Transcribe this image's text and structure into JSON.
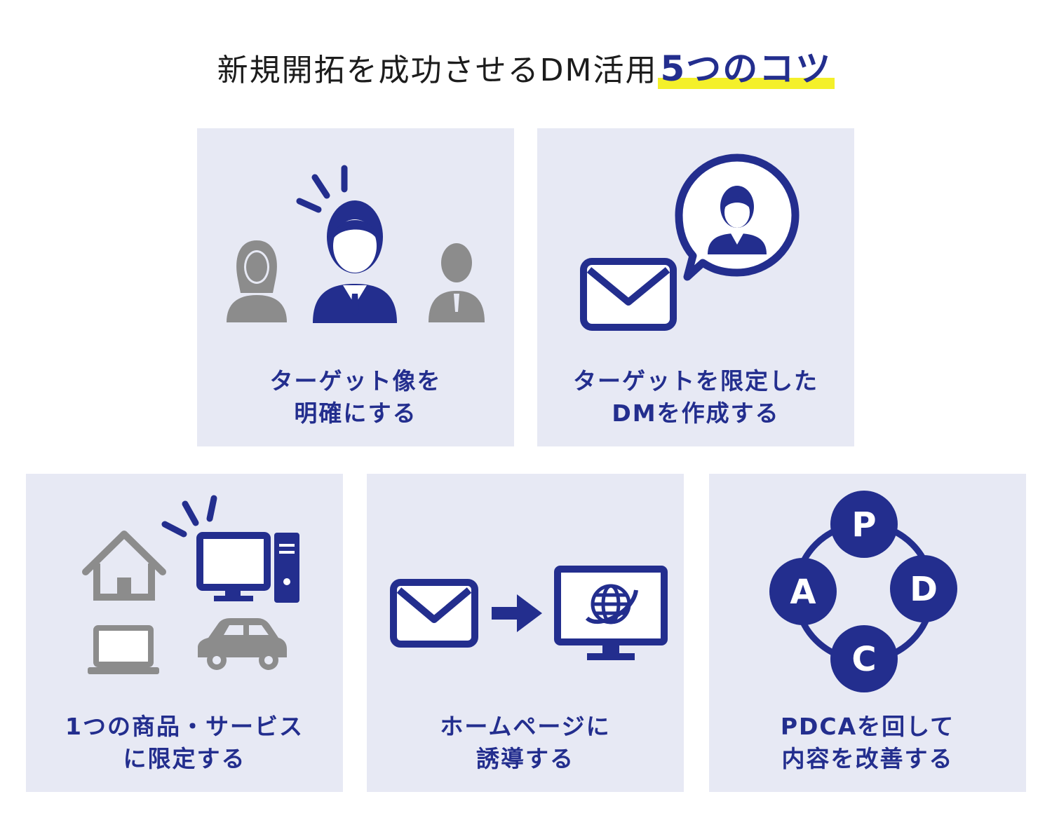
{
  "title": {
    "prefix": "新規開拓を成功させるDM活用",
    "highlight": "5つのコツ"
  },
  "colors": {
    "navy": "#232e8e",
    "gray": "#8c8c8c",
    "card_bg": "#e7e9f4",
    "highlight": "#f4f02a"
  },
  "cards": [
    {
      "line1": "ターゲット像を",
      "line2": "明確にする",
      "icon": "people-target-icon"
    },
    {
      "line1": "ターゲットを限定した",
      "line2": "DMを作成する",
      "icon": "mail-person-bubble-icon"
    },
    {
      "line1": "1つの商品・サービス",
      "line2": "に限定する",
      "icon": "product-icons"
    },
    {
      "line1": "ホームページに",
      "line2": "誘導する",
      "icon": "mail-to-website-icon"
    },
    {
      "line1": "PDCAを回して",
      "line2": "内容を改善する",
      "icon": "pdca-cycle-icon"
    }
  ],
  "pdca": {
    "p": "P",
    "d": "D",
    "c": "C",
    "a": "A"
  }
}
